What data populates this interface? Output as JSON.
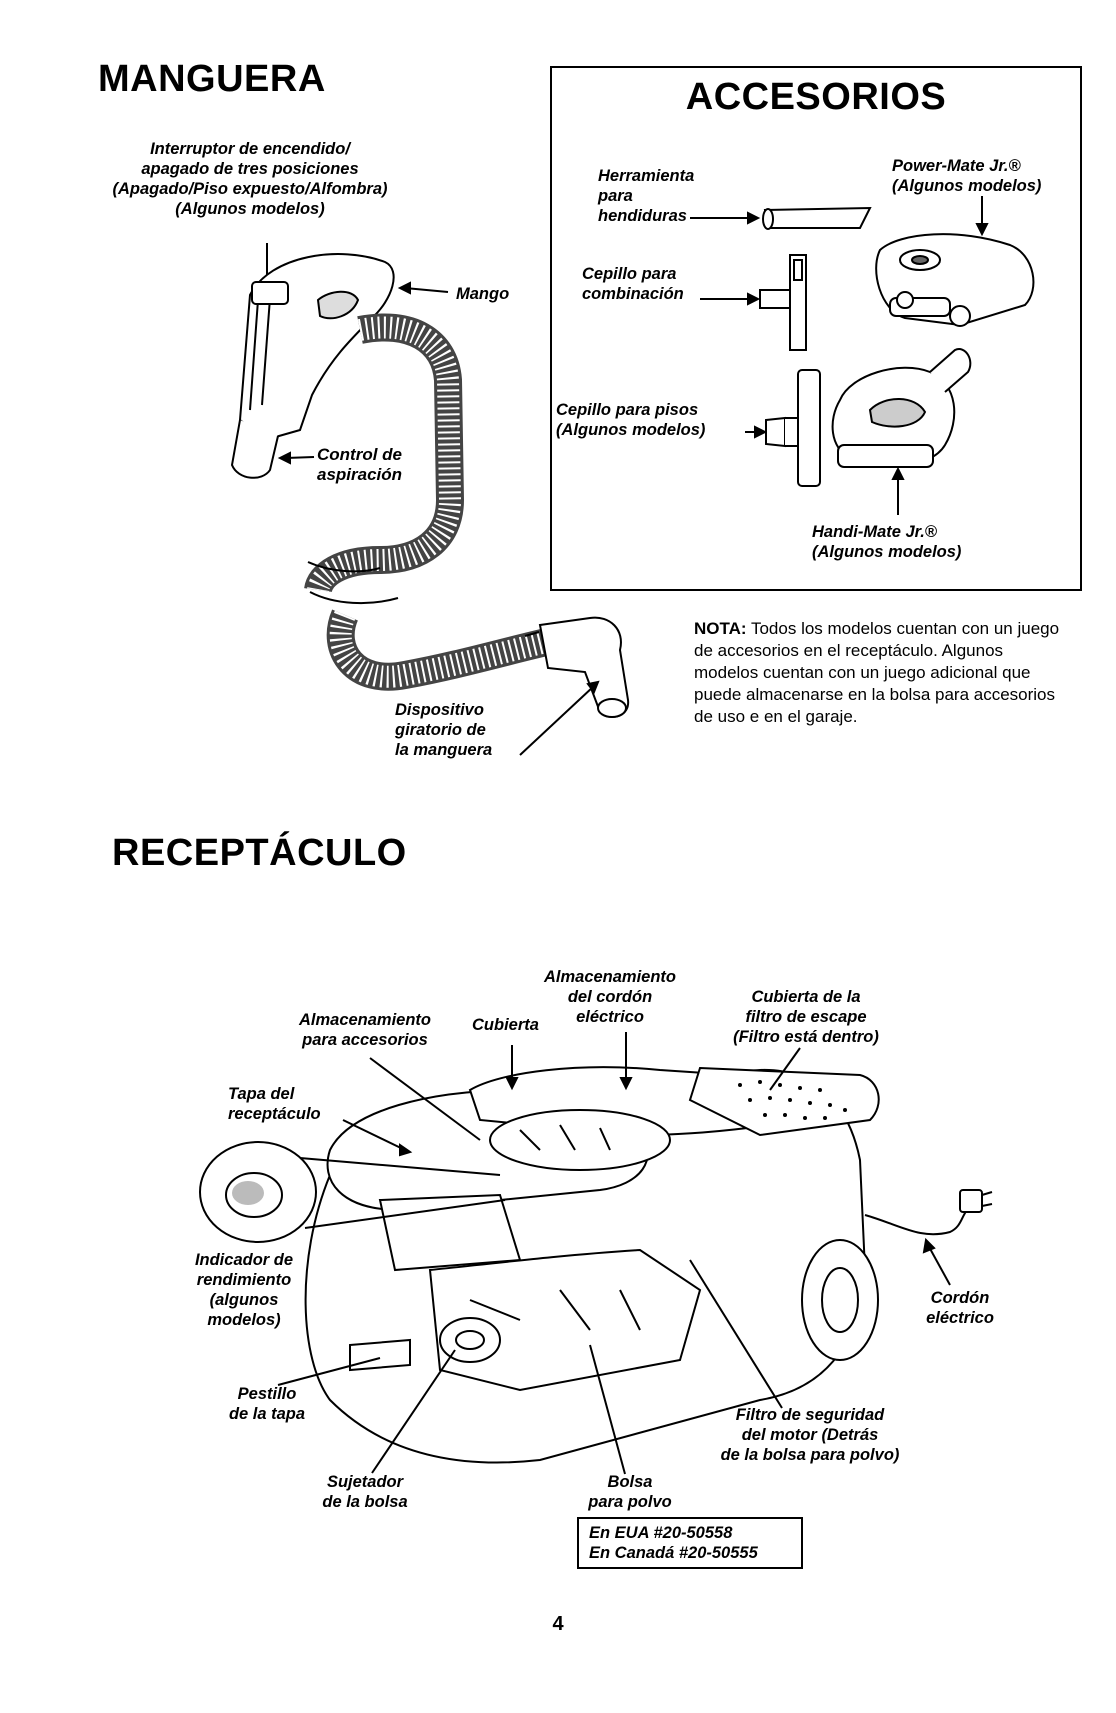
{
  "manguera": {
    "title": "MANGUERA",
    "switch_label": [
      "Interruptor de encendido/",
      "apagado de tres posiciones",
      "(Apagado/Piso expuesto/Alfombra)",
      "(Algunos modelos)"
    ],
    "mango": "Mango",
    "control": [
      "Control de",
      "aspiración"
    ],
    "swivel": [
      "Dispositivo",
      "giratorio de",
      "la manguera"
    ]
  },
  "accesorios": {
    "title": "ACCESORIOS",
    "crevice": [
      "Herramienta",
      "para",
      "hendiduras"
    ],
    "combination": [
      "Cepillo para",
      "combinación"
    ],
    "floor": [
      "Cepillo para pisos",
      "(Algunos modelos)"
    ],
    "powermate": [
      "Power-Mate Jr.®",
      "(Algunos modelos)"
    ],
    "handimate": [
      "Handi-Mate Jr.®",
      "(Algunos modelos)"
    ]
  },
  "nota": {
    "label": "NOTA:",
    "text": " Todos los modelos cuentan con un juego de accesorios en el receptáculo. Algunos modelos cuentan con un juego adicional que puede almacenarse en la bolsa para accesorios de uso e en el garaje."
  },
  "receptaculo": {
    "title": "RECEPTÁCULO",
    "almac_acc": [
      "Almacenamiento",
      "para accesorios"
    ],
    "cubierta": "Cubierta",
    "almac_cord": [
      "Almacenamiento",
      "del cordón",
      "eléctrico"
    ],
    "cub_filtro": [
      "Cubierta de la",
      "filtro de escape",
      "(Filtro está dentro)"
    ],
    "tapa": [
      "Tapa del",
      "receptáculo"
    ],
    "indicador": [
      "Indicador de",
      "rendimiento",
      "(algunos",
      "modelos)"
    ],
    "cordon": [
      "Cordón",
      "eléctrico"
    ],
    "pestillo": [
      "Pestillo",
      "de la tapa"
    ],
    "filtro_seg": [
      "Filtro de seguridad",
      "del motor (Detrás",
      "de la bolsa para polvo)"
    ],
    "sujetador": [
      "Sujetador",
      "de la bolsa"
    ],
    "bolsa": [
      "Bolsa",
      "para polvo"
    ],
    "part_numbers": [
      "En EUA #20-50558",
      "En Canadá #20-50555"
    ]
  },
  "page_number": "4"
}
